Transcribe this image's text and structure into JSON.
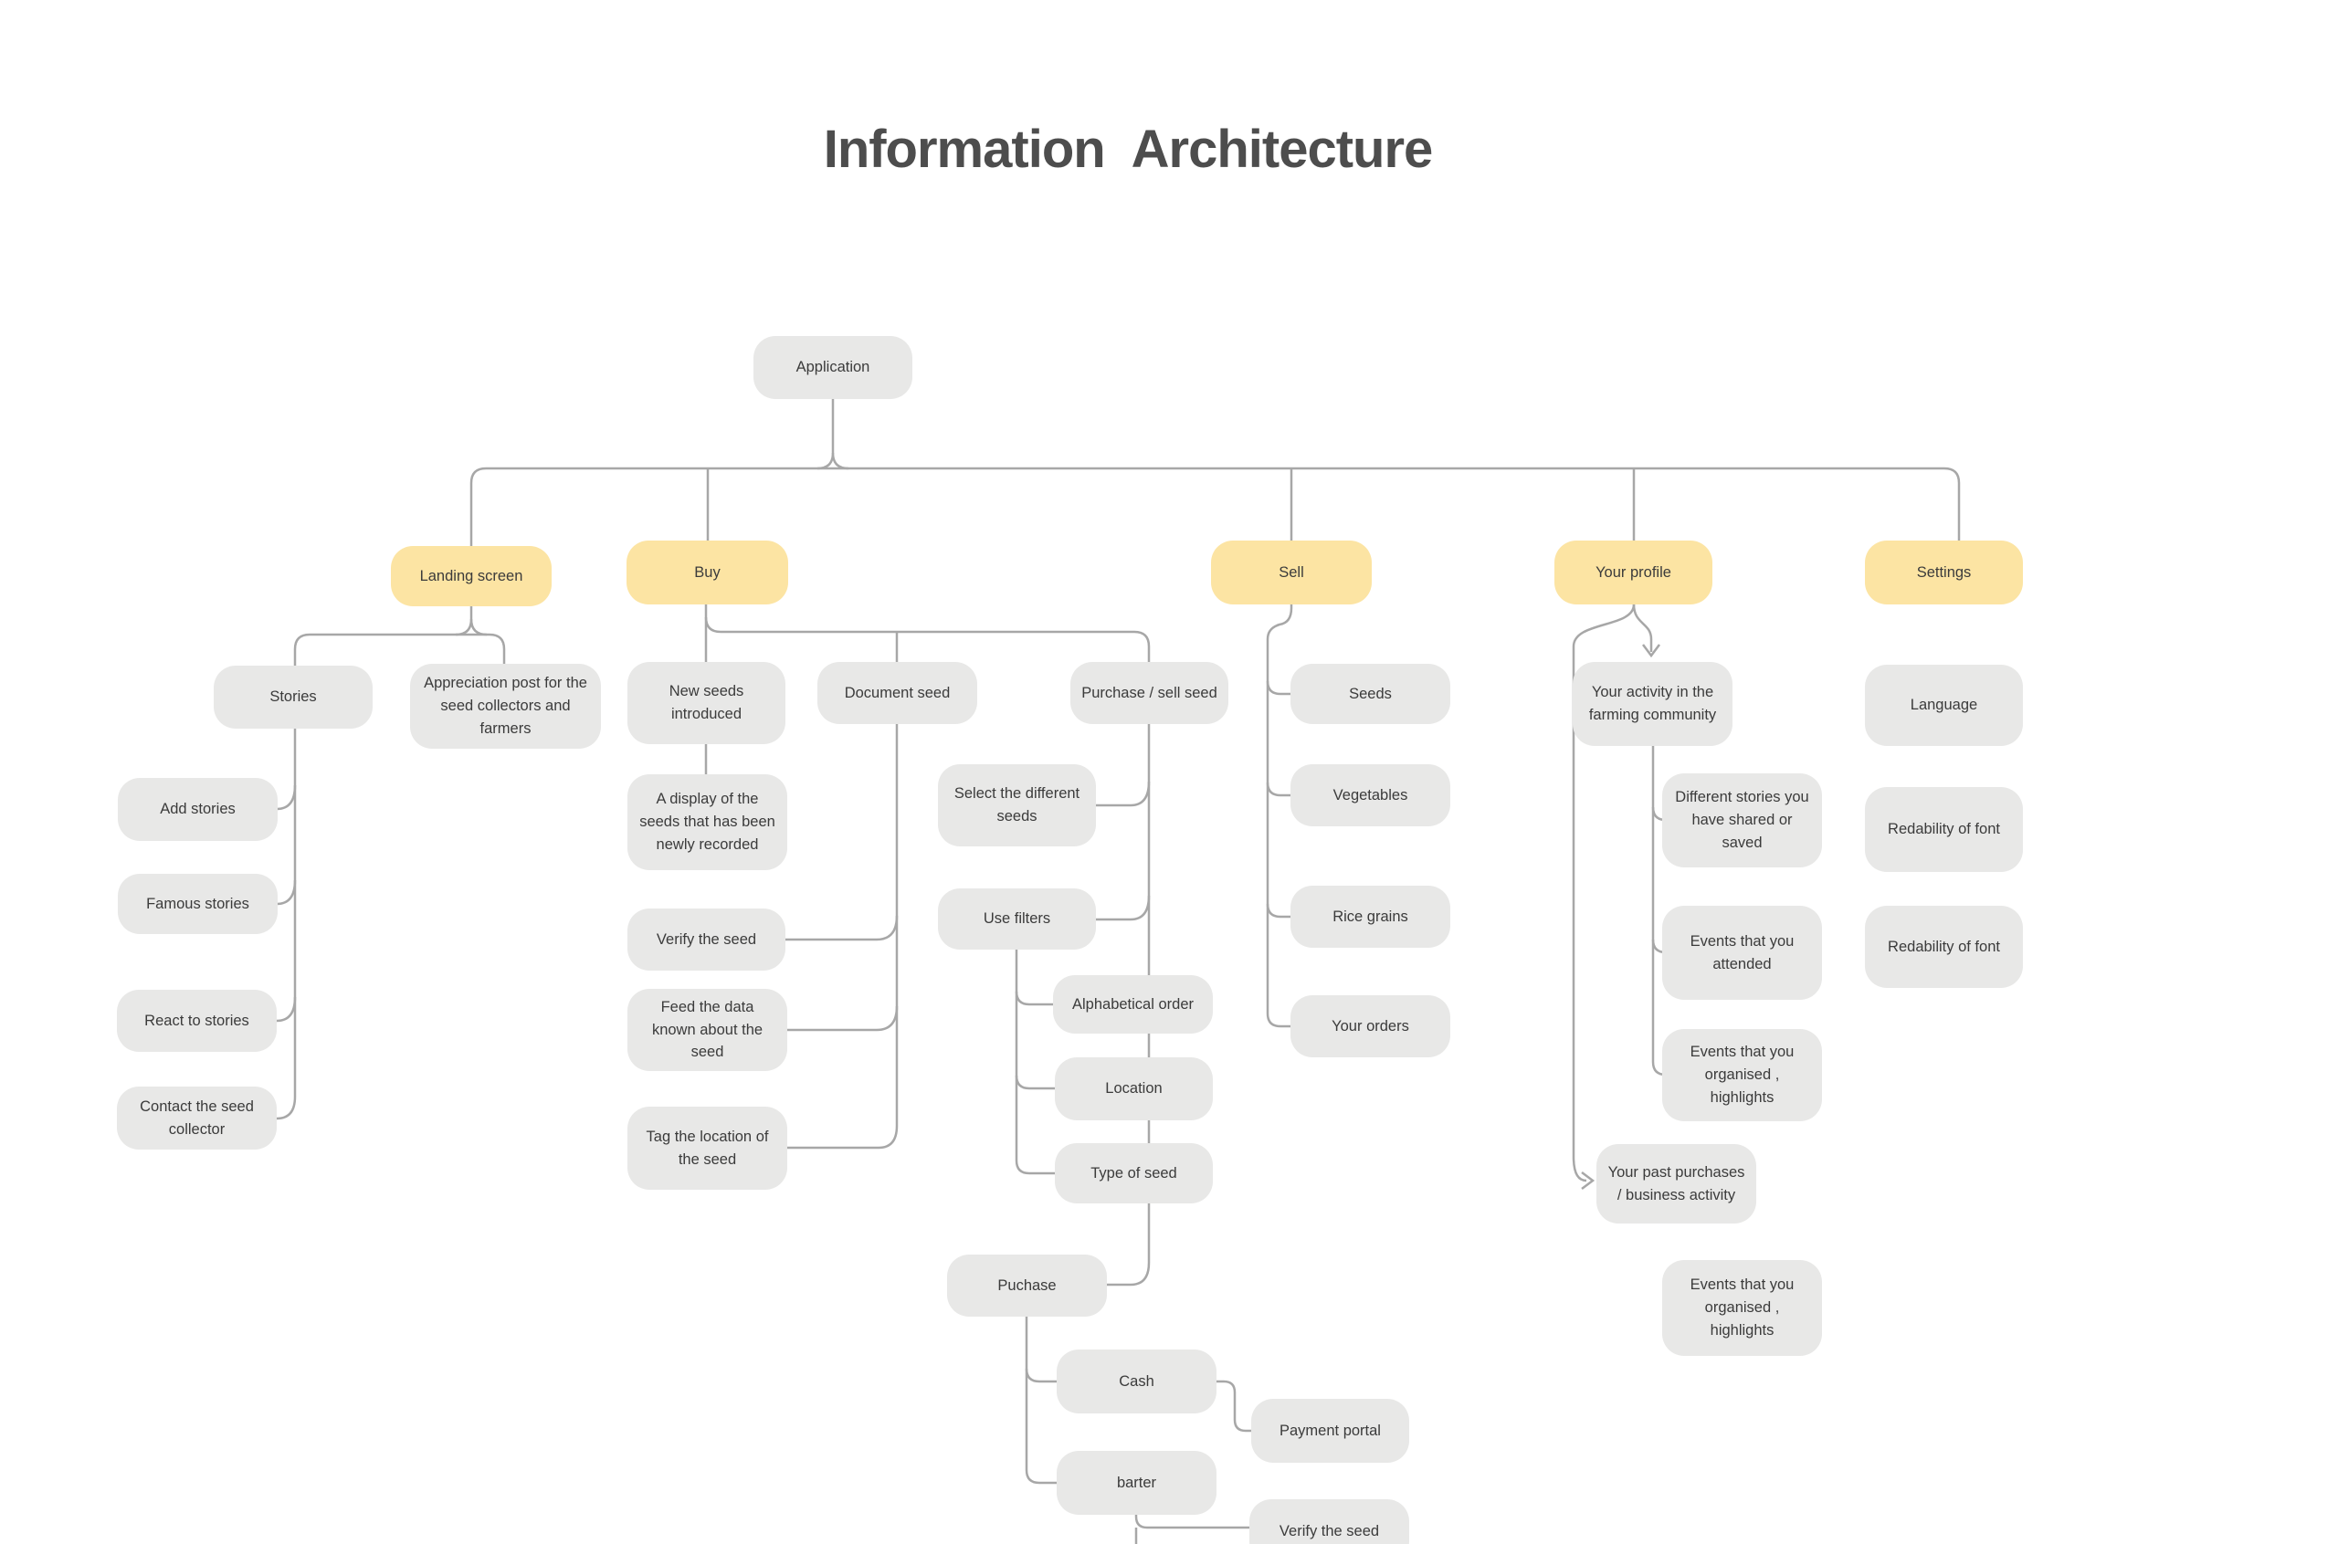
{
  "title": "Information Architecture",
  "colors": {
    "node_fill": "#e8e8e7",
    "accent_fill": "#fce4a3",
    "line": "#a7a7a7",
    "text": "#3b3b3b",
    "title": "#4d4d4d"
  },
  "nodes": [
    {
      "id": "application",
      "label": "Application",
      "variant": "default"
    },
    {
      "id": "landing-screen",
      "label": "Landing screen",
      "variant": "accent"
    },
    {
      "id": "buy",
      "label": "Buy",
      "variant": "accent"
    },
    {
      "id": "sell",
      "label": "Sell",
      "variant": "accent"
    },
    {
      "id": "your-profile",
      "label": "Your profile",
      "variant": "accent"
    },
    {
      "id": "settings",
      "label": "Settings",
      "variant": "accent"
    },
    {
      "id": "stories",
      "label": "Stories",
      "variant": "default"
    },
    {
      "id": "appreciation-post",
      "label": "Appreciation post for the seed collectors and farmers",
      "variant": "default"
    },
    {
      "id": "add-stories",
      "label": "Add stories",
      "variant": "default"
    },
    {
      "id": "famous-stories",
      "label": "Famous stories",
      "variant": "default"
    },
    {
      "id": "react-to-stories",
      "label": "React to stories",
      "variant": "default"
    },
    {
      "id": "contact-seed-collector",
      "label": "Contact the seed collector",
      "variant": "default"
    },
    {
      "id": "new-seeds-introduced",
      "label": "New seeds introduced",
      "variant": "default"
    },
    {
      "id": "document-seed",
      "label": "Document seed",
      "variant": "default"
    },
    {
      "id": "purchase-sell-seed",
      "label": "Purchase / sell seed",
      "variant": "default"
    },
    {
      "id": "display-of-seeds",
      "label": "A display of the seeds that has been newly recorded",
      "variant": "default"
    },
    {
      "id": "verify-the-seed-buy",
      "label": "Verify the seed",
      "variant": "default"
    },
    {
      "id": "feed-the-data",
      "label": "Feed the data known about the seed",
      "variant": "default"
    },
    {
      "id": "tag-the-location",
      "label": "Tag the location of the seed",
      "variant": "default"
    },
    {
      "id": "select-different-seeds",
      "label": "Select the different seeds",
      "variant": "default"
    },
    {
      "id": "use-filters",
      "label": "Use filters",
      "variant": "default"
    },
    {
      "id": "alphabetical-order",
      "label": "Alphabetical order",
      "variant": "default"
    },
    {
      "id": "location",
      "label": "Location",
      "variant": "default"
    },
    {
      "id": "type-of-seed",
      "label": "Type of seed",
      "variant": "default"
    },
    {
      "id": "puchase",
      "label": "Puchase",
      "variant": "default"
    },
    {
      "id": "cash",
      "label": "Cash",
      "variant": "default"
    },
    {
      "id": "payment-portal",
      "label": "Payment portal",
      "variant": "default"
    },
    {
      "id": "barter",
      "label": "barter",
      "variant": "default"
    },
    {
      "id": "verify-the-seed-barter",
      "label": "Verify the seed",
      "variant": "default"
    },
    {
      "id": "seeds",
      "label": "Seeds",
      "variant": "default"
    },
    {
      "id": "vegetables",
      "label": "Vegetables",
      "variant": "default"
    },
    {
      "id": "rice-grains",
      "label": "Rice grains",
      "variant": "default"
    },
    {
      "id": "your-orders",
      "label": "Your orders",
      "variant": "default"
    },
    {
      "id": "your-activity",
      "label": "Your activity in the farming community",
      "variant": "default"
    },
    {
      "id": "different-stories",
      "label": "Different stories you have shared or saved",
      "variant": "default"
    },
    {
      "id": "events-attended",
      "label": "Events that you attended",
      "variant": "default"
    },
    {
      "id": "events-organised-1",
      "label": "Events that you organised , highlights",
      "variant": "default"
    },
    {
      "id": "past-purchases",
      "label": "Your past purchases / business activity",
      "variant": "default"
    },
    {
      "id": "events-organised-2",
      "label": "Events that you organised , highlights",
      "variant": "default"
    },
    {
      "id": "language",
      "label": "Language",
      "variant": "default"
    },
    {
      "id": "redability-of-font-1",
      "label": "Redability of font",
      "variant": "default"
    },
    {
      "id": "redability-of-font-2",
      "label": "Redability of font",
      "variant": "default"
    }
  ]
}
